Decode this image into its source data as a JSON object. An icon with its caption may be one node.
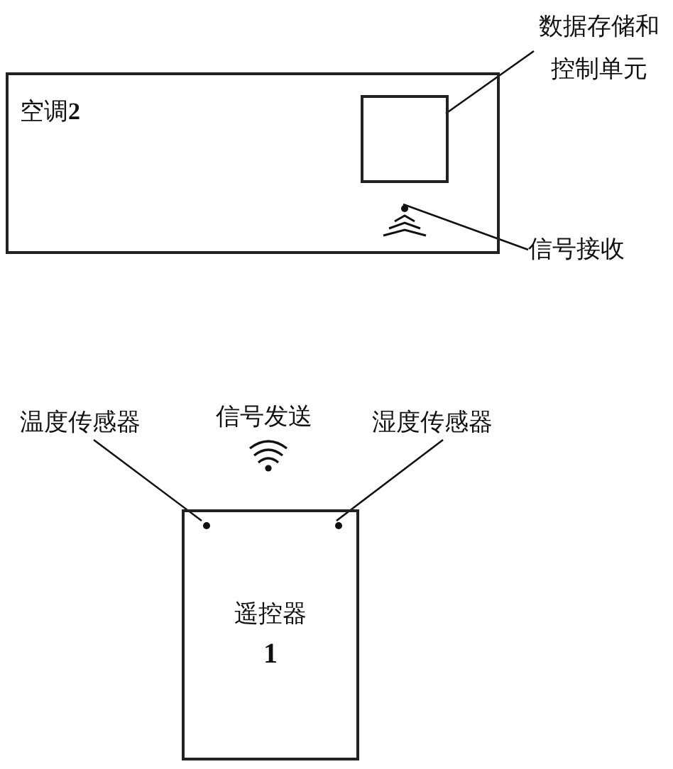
{
  "diagram": {
    "nodes": [
      {
        "text": [
          "空调**2**"
        ]
      },
      {
        "text": [],
        "shape": "box",
        "in": 0
      },
      {
        "text": [
          "数据存储和控制单元"
        ]
      },
      {
        "text": [],
        "shape": "signal",
        "in": 0
      },
      {
        "text": [
          "信号接收"
        ]
      },
      {
        "text": [
          "遥控器",
          "1"
        ]
      },
      {
        "text": [],
        "shape": "dot",
        "in": 5
      },
      {
        "text": [],
        "shape": "dot",
        "in": 5
      },
      {
        "text": [
          "温度传感器"
        ]
      },
      {
        "text": [
          "湿度传感器"
        ]
      }
    ],
    "edges": [
      {
        "from": 2,
        "to": 1,
        "arrow": "none"
      },
      {
        "from": 4,
        "to": 3,
        "arrow": "none"
      },
      {
        "from": 8,
        "to": 6,
        "arrow": "none"
      },
      {
        "from": 9,
        "to": 7,
        "arrow": "none"
      }
    ],
    "labels": [
      "信号发送"
    ]
  }
}
